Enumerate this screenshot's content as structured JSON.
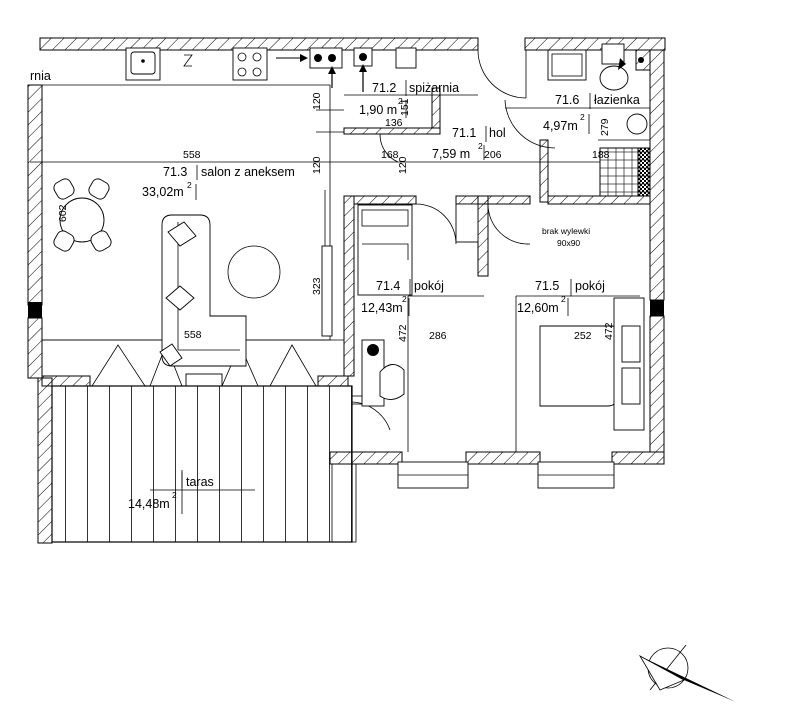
{
  "rooms": [
    {
      "id": "salon",
      "number": "71.3",
      "name": "salon z aneksem",
      "area": "33,02m",
      "sup": "2"
    },
    {
      "id": "spizarnia",
      "number": "71.2",
      "name": "spiżarnia",
      "area": "1,90 m",
      "sup": "2"
    },
    {
      "id": "hol",
      "number": "71.1",
      "name": "hol",
      "area": "7,59 m",
      "sup": "2"
    },
    {
      "id": "lazienka",
      "number": "71.6",
      "name": "łazienka",
      "area": "4,97m",
      "sup": "2"
    },
    {
      "id": "pokoj1",
      "number": "71.4",
      "name": "pokój",
      "area": "12,43m",
      "sup": "2"
    },
    {
      "id": "pokoj2",
      "number": "71.5",
      "name": "pokój",
      "area": "12,60m",
      "sup": "2"
    },
    {
      "id": "taras",
      "number": "",
      "name": "taras",
      "area": "14,48m",
      "sup": "2"
    }
  ],
  "dimensions": {
    "d558a": "558",
    "d558b": "558",
    "d602": "602",
    "d323": "323",
    "d472a": "472",
    "d286": "286",
    "d252": "252",
    "d472b": "472",
    "d279": "279",
    "d188": "188",
    "d168": "168",
    "d206": "206",
    "d136": "136",
    "d151": "151",
    "d120a": "120",
    "d120b": "120",
    "d120c": "120"
  },
  "notes": {
    "shower_label": "brak wylewki",
    "shower_size": "90x90",
    "cut_label": "rnia"
  }
}
